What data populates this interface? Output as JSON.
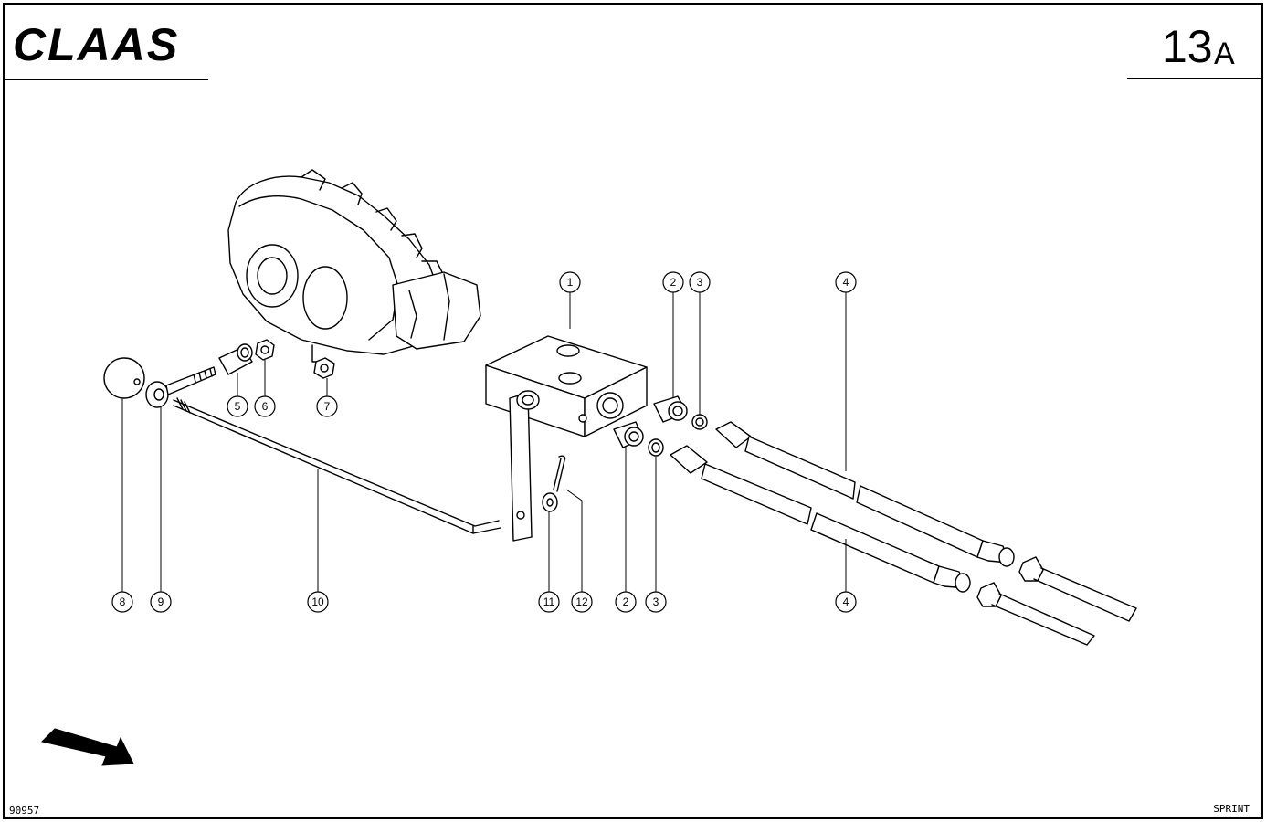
{
  "header": {
    "brand": "CLAAS",
    "page_number": "13",
    "page_suffix": "A"
  },
  "footer": {
    "drawing_number": "90957",
    "model": "SPRINT"
  },
  "callouts": [
    {
      "id": "c1",
      "label": "1"
    },
    {
      "id": "c2a",
      "label": "2"
    },
    {
      "id": "c3a",
      "label": "3"
    },
    {
      "id": "c4a",
      "label": "4"
    },
    {
      "id": "c5",
      "label": "5"
    },
    {
      "id": "c6",
      "label": "6"
    },
    {
      "id": "c7",
      "label": "7"
    },
    {
      "id": "c8",
      "label": "8"
    },
    {
      "id": "c9",
      "label": "9"
    },
    {
      "id": "c10",
      "label": "10"
    },
    {
      "id": "c11",
      "label": "11"
    },
    {
      "id": "c12",
      "label": "12"
    },
    {
      "id": "c2b",
      "label": "2"
    },
    {
      "id": "c3b",
      "label": "3"
    },
    {
      "id": "c4b",
      "label": "4"
    }
  ]
}
